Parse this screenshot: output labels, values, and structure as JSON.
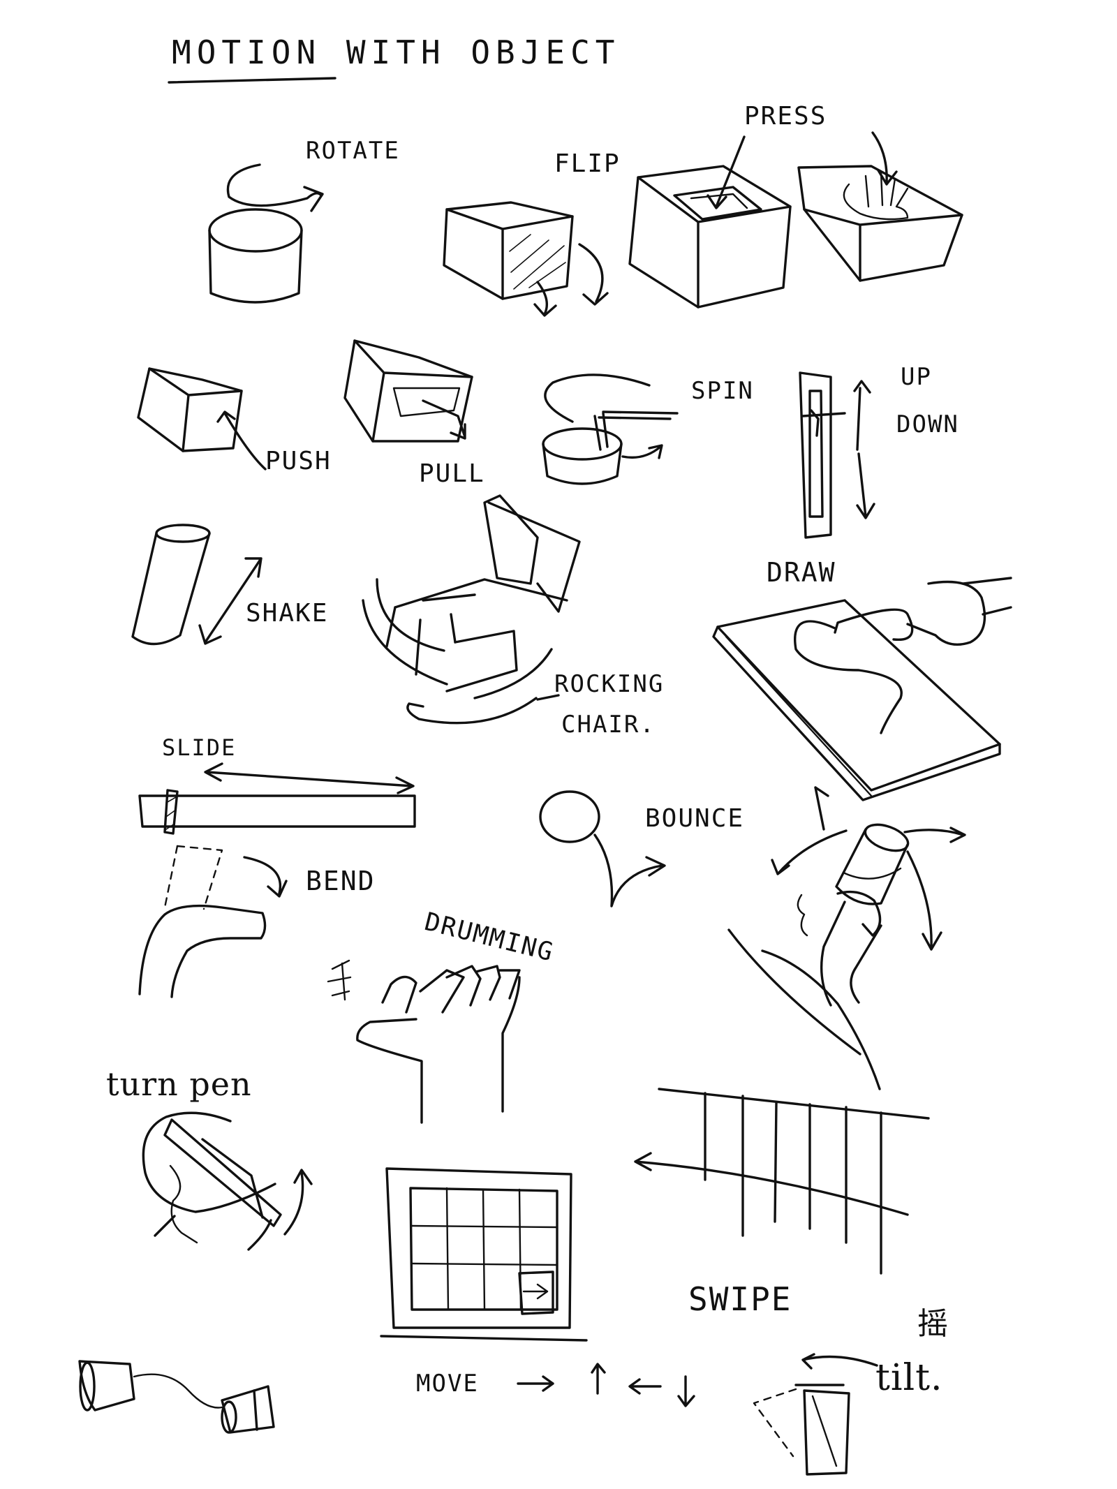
{
  "title": "MOTION WITH OBJECT",
  "labels": {
    "rotate": "ROTATE",
    "flip": "FLIP",
    "press": "PRESS",
    "push": "PUSH",
    "pull": "PULL",
    "spin": "SPIN",
    "up": "UP",
    "down": "DOWN",
    "shake": "SHAKE",
    "draw": "DRAW",
    "rocking_chair_1": "ROCKING",
    "rocking_chair_2": "CHAIR.",
    "slide": "SLIDE",
    "bounce": "BOUNCE",
    "bend": "BEND",
    "drumming": "DRUMMING",
    "turn_pen": "turn pen",
    "swipe": "SWIPE",
    "move": "MOVE",
    "tilt": "tilt.",
    "tilt_cjk": "摇"
  }
}
